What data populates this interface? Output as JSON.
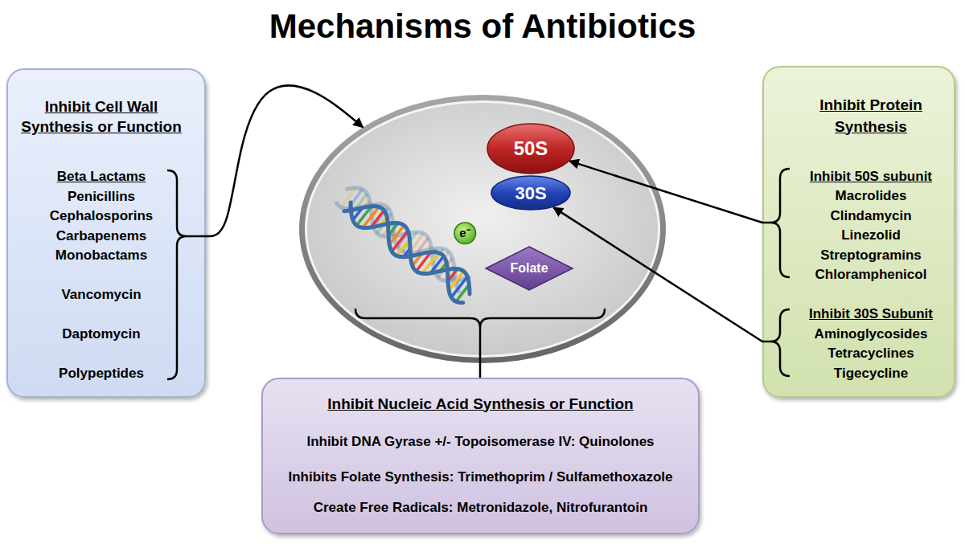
{
  "diagram": {
    "title": "Mechanisms of Antibiotics",
    "nodes": [
      {
        "text": [
          "Inhibit Cell Wall Synthesis or Function",
          "Beta Lactams",
          "Penicillins",
          "Cephalosporins",
          "Carbapenems",
          "Monobactams",
          "Vancomycin",
          "Daptomycin",
          "Polypeptides"
        ]
      },
      {
        "text": []
      },
      {
        "text": [
          "50S"
        ],
        "in": 1
      },
      {
        "text": [
          "30S"
        ],
        "in": 1
      },
      {
        "text": [
          "e⁻"
        ],
        "in": 1
      },
      {
        "text": [
          "Folate"
        ],
        "in": 1
      },
      {
        "text": [
          "Inhibit Protein Synthesis",
          "Inhibit 50S subunit",
          "Macrolides",
          "Clindamycin",
          "Linezolid",
          "Streptogramins",
          "Chloramphenicol",
          "Inhibit 30S Subunit",
          "Aminoglycosides",
          "Tetracyclines",
          "Tigecycline"
        ]
      },
      {
        "text": [
          "Inhibit Nucleic Acid Synthesis or Function",
          "Inhibit DNA Gyrase +/- Topoisomerase IV: Quinolones",
          "Inhibits Folate Synthesis: Trimethoprim / Sulfamethoxazole",
          "Create Free Radicals: Metronidazole, Nitrofurantoin"
        ]
      }
    ],
    "edges": [
      {
        "from": 0,
        "to": 1,
        "arrow": "to"
      },
      {
        "from": 6,
        "to": 2,
        "arrow": "to"
      },
      {
        "from": 6,
        "to": 3,
        "arrow": "to"
      }
    ]
  }
}
